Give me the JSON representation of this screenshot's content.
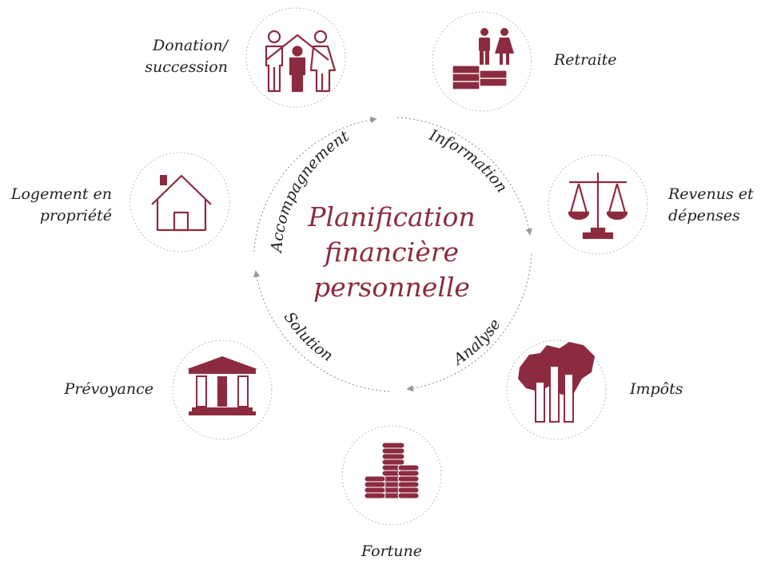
{
  "center": {
    "line1": "Planification",
    "line2": "financière",
    "line3": "personnelle"
  },
  "cycle": {
    "information": "Information",
    "analyse": "Analyse",
    "solution": "Solution",
    "accompagnement": "Accompagnement"
  },
  "topics": {
    "donation": {
      "line1": "Donation/",
      "line2": "succession",
      "icon": "family-house-icon"
    },
    "retraite": {
      "line1": "Retraite",
      "icon": "couple-money-icon"
    },
    "revenus": {
      "line1": "Revenus et",
      "line2": "dépenses",
      "icon": "balance-scale-icon"
    },
    "impots": {
      "line1": "Impôts",
      "icon": "switzerland-bar-chart-icon"
    },
    "fortune": {
      "line1": "Fortune",
      "icon": "coin-stacks-icon"
    },
    "prevoyance": {
      "line1": "Prévoyance",
      "icon": "columns-building-icon"
    },
    "logement": {
      "line1": "Logement en",
      "line2": "propriété",
      "icon": "house-icon"
    }
  },
  "colors": {
    "accent": "#8c2b3f",
    "arrow": "#999999",
    "dotted_circle": "#aaaaaa",
    "text": "#222222"
  }
}
